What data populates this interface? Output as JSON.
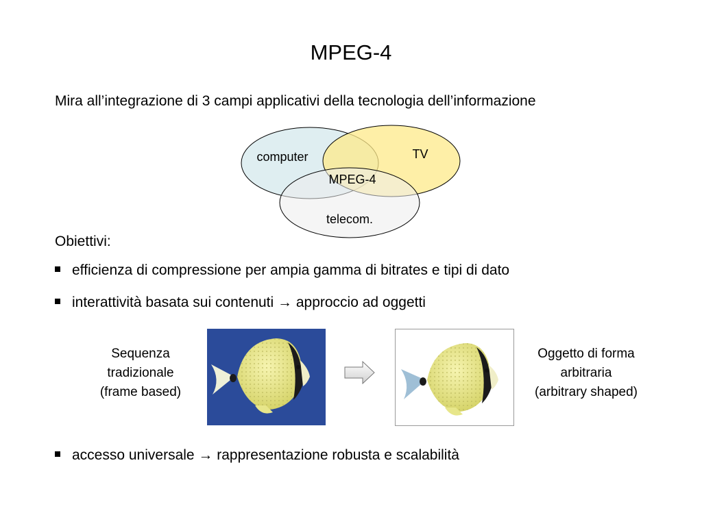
{
  "slide": {
    "title": "MPEG-4",
    "intro": "Mira all’integrazione di 3 campi applicativi della tecnologia dell’informazione",
    "venn": {
      "computer": "computer",
      "tv": "TV",
      "center": "MPEG-4",
      "telecom": "telecom."
    },
    "objectives_heading": "Obiettivi:",
    "bullets": [
      "efficienza di compressione per ampia gamma di bitrates e tipi di dato",
      "interattività basata sui contenuti → approccio ad oggetti",
      "accesso universale → rappresentazione robusta e scalabilità"
    ],
    "left_caption": [
      "Sequenza",
      "tradizionale",
      "(frame based)"
    ],
    "right_caption": [
      "Oggetto di forma",
      "arbitraria",
      "(arbitrary shaped)"
    ]
  },
  "colors": {
    "computer_fill": "#dcecef",
    "tv_fill": "#fde98a",
    "telecom_fill": "#ececec",
    "frame_background": "#2b4b9a",
    "fish_body": "#e9e785"
  },
  "icons": [
    "fish-image",
    "arrow-right-icon",
    "square-bullet-icon"
  ]
}
